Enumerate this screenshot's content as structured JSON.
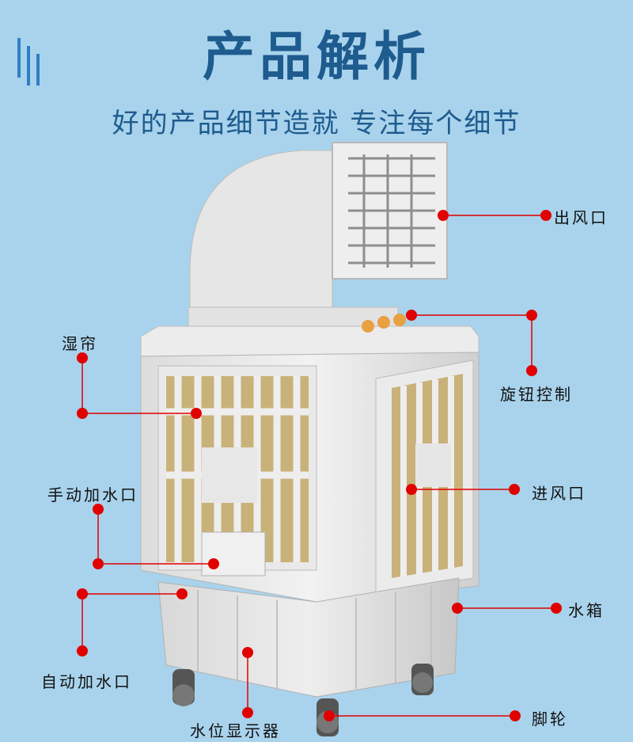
{
  "header": {
    "title": "产品解析",
    "subtitle": "好的产品细节造就 专注每个细节"
  },
  "labels": {
    "outlet": "出风口",
    "curtain": "湿帘",
    "knob": "旋钮控制",
    "manual_fill": "手动加水口",
    "inlet": "进风口",
    "tank": "水箱",
    "auto_fill": "自动加水口",
    "wheel": "脚轮",
    "level": "水位显示器"
  },
  "colors": {
    "background": "#a9d3ec",
    "title": "#1e5b8e",
    "marker": "#e00000"
  }
}
